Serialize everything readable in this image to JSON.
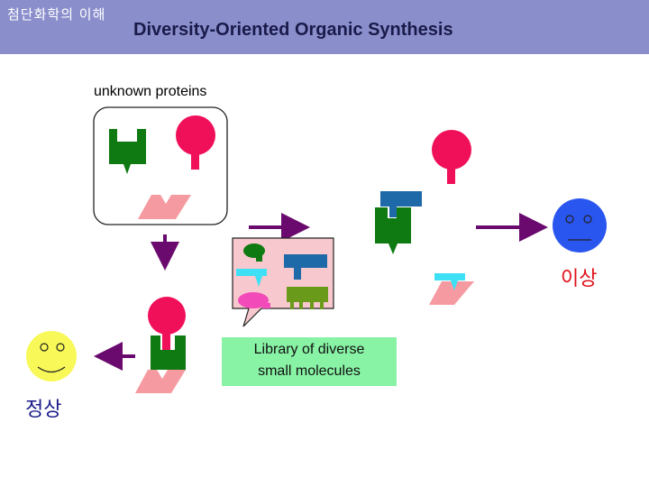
{
  "header": {
    "course_title": "첨단화학의 이해",
    "slide_title": "Diversity-Oriented Organic Synthesis"
  },
  "labels": {
    "unknown_proteins": "unknown proteins",
    "library_line1": "Library of diverse",
    "library_line2": "small molecules",
    "ideal": "이상",
    "normal": "정상"
  },
  "colors": {
    "header_bg": "#8a8fcc",
    "protein_green": "#0f7a12",
    "ball_pink": "#f0105a",
    "para_pink": "#f59aa0",
    "molecule_blue": "#1e6aa8",
    "molecule_cyan": "#3ee0f5",
    "library_bg": "#f7c8cd",
    "library_label_bg": "#88f2a5",
    "arrow_purple": "#6a0a6e",
    "face_blue": "#2a56f0",
    "face_yellow": "#f8f858",
    "ideal_red": "#e0101a"
  }
}
